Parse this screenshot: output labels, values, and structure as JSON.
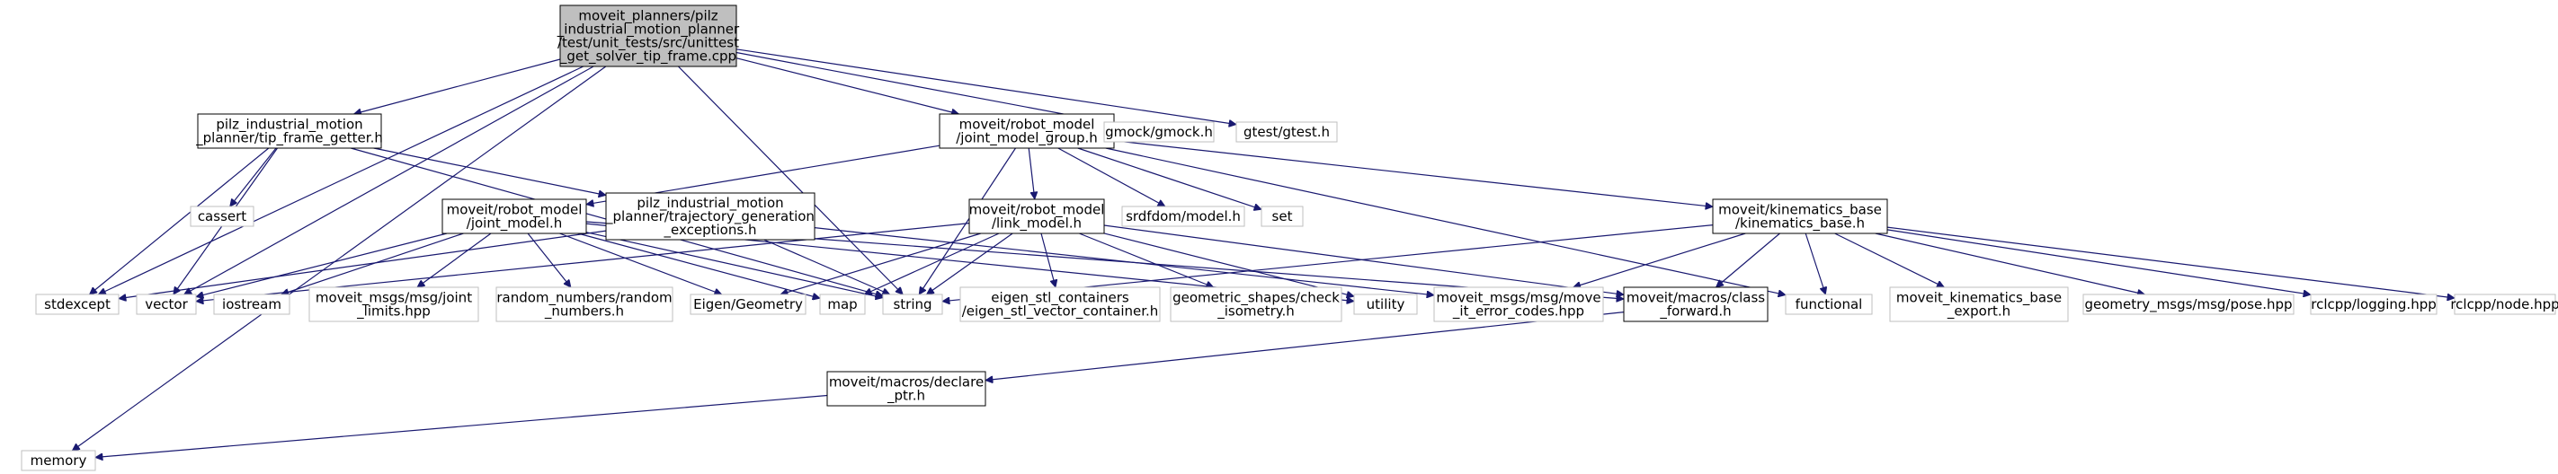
{
  "diagram": {
    "kind": "include-dependency-graph",
    "colors": {
      "root_fill": "#bfbfbf",
      "documented_border": "#000000",
      "external_border": "#bfbfbf",
      "edge": "#191970"
    },
    "nodes": [
      {
        "id": "root",
        "kind": "root",
        "lines": [
          "moveit_planners/pilz",
          "_industrial_motion_planner",
          "/test/unit_tests/src/unittest",
          "_get_solver_tip_frame.cpp"
        ]
      },
      {
        "id": "tip_frame_getter",
        "kind": "documented",
        "lines": [
          "pilz_industrial_motion",
          "_planner/tip_frame_getter.h"
        ]
      },
      {
        "id": "joint_model_group",
        "kind": "documented",
        "lines": [
          "moveit/robot_model",
          "/joint_model_group.h"
        ]
      },
      {
        "id": "gmock",
        "kind": "external",
        "lines": [
          "gmock/gmock.h"
        ]
      },
      {
        "id": "gtest",
        "kind": "external",
        "lines": [
          "gtest/gtest.h"
        ]
      },
      {
        "id": "cassert",
        "kind": "external",
        "lines": [
          "cassert"
        ]
      },
      {
        "id": "joint_model",
        "kind": "documented",
        "lines": [
          "moveit/robot_model",
          "/joint_model.h"
        ]
      },
      {
        "id": "traj_exceptions",
        "kind": "documented",
        "lines": [
          "pilz_industrial_motion",
          "_planner/trajectory_generation",
          "_exceptions.h"
        ]
      },
      {
        "id": "link_model",
        "kind": "documented",
        "lines": [
          "moveit/robot_model",
          "/link_model.h"
        ]
      },
      {
        "id": "srdfdom",
        "kind": "external",
        "lines": [
          "srdfdom/model.h"
        ]
      },
      {
        "id": "set",
        "kind": "external",
        "lines": [
          "set"
        ]
      },
      {
        "id": "kinematics_base",
        "kind": "documented",
        "lines": [
          "moveit/kinematics_base",
          "/kinematics_base.h"
        ]
      },
      {
        "id": "stdexcept",
        "kind": "external",
        "lines": [
          "stdexcept"
        ]
      },
      {
        "id": "vector",
        "kind": "external",
        "lines": [
          "vector"
        ]
      },
      {
        "id": "iostream",
        "kind": "external",
        "lines": [
          "iostream"
        ]
      },
      {
        "id": "joint_limits",
        "kind": "external",
        "lines": [
          "moveit_msgs/msg/joint",
          "_limits.hpp"
        ]
      },
      {
        "id": "random_numbers",
        "kind": "external",
        "lines": [
          "random_numbers/random",
          "_numbers.h"
        ]
      },
      {
        "id": "eigen_geometry",
        "kind": "external",
        "lines": [
          "Eigen/Geometry"
        ]
      },
      {
        "id": "map",
        "kind": "external",
        "lines": [
          "map"
        ]
      },
      {
        "id": "string",
        "kind": "external",
        "lines": [
          "string"
        ]
      },
      {
        "id": "eigen_stl",
        "kind": "external",
        "lines": [
          "eigen_stl_containers",
          "/eigen_stl_vector_container.h"
        ]
      },
      {
        "id": "geometric_shapes",
        "kind": "external",
        "lines": [
          "geometric_shapes/check",
          "_isometry.h"
        ]
      },
      {
        "id": "utility",
        "kind": "external",
        "lines": [
          "utility"
        ]
      },
      {
        "id": "move_it_error_codes",
        "kind": "external",
        "lines": [
          "moveit_msgs/msg/move",
          "_it_error_codes.hpp"
        ]
      },
      {
        "id": "class_forward",
        "kind": "documented",
        "lines": [
          "moveit/macros/class",
          "_forward.h"
        ]
      },
      {
        "id": "functional",
        "kind": "external",
        "lines": [
          "functional"
        ]
      },
      {
        "id": "kinematics_base_export",
        "kind": "external",
        "lines": [
          "moveit_kinematics_base",
          "_export.h"
        ]
      },
      {
        "id": "pose",
        "kind": "external",
        "lines": [
          "geometry_msgs/msg/pose.hpp"
        ]
      },
      {
        "id": "rclcpp_logging",
        "kind": "external",
        "lines": [
          "rclcpp/logging.hpp"
        ]
      },
      {
        "id": "rclcpp_node",
        "kind": "external",
        "lines": [
          "rclcpp/node.hpp"
        ]
      },
      {
        "id": "declare_ptr",
        "kind": "documented",
        "lines": [
          "moveit/macros/declare",
          "_ptr.h"
        ]
      },
      {
        "id": "memory",
        "kind": "external",
        "lines": [
          "memory"
        ]
      }
    ],
    "edges": [
      [
        "root",
        "tip_frame_getter"
      ],
      [
        "root",
        "joint_model_group"
      ],
      [
        "root",
        "gmock"
      ],
      [
        "root",
        "gtest"
      ],
      [
        "root",
        "stdexcept"
      ],
      [
        "root",
        "vector"
      ],
      [
        "root",
        "string"
      ],
      [
        "root",
        "memory"
      ],
      [
        "tip_frame_getter",
        "cassert"
      ],
      [
        "tip_frame_getter",
        "traj_exceptions"
      ],
      [
        "tip_frame_getter",
        "stdexcept"
      ],
      [
        "tip_frame_getter",
        "vector"
      ],
      [
        "tip_frame_getter",
        "string"
      ],
      [
        "joint_model_group",
        "joint_model"
      ],
      [
        "joint_model_group",
        "link_model"
      ],
      [
        "joint_model_group",
        "srdfdom"
      ],
      [
        "joint_model_group",
        "set"
      ],
      [
        "joint_model_group",
        "kinematics_base"
      ],
      [
        "joint_model_group",
        "functional"
      ],
      [
        "joint_model_group",
        "string"
      ],
      [
        "joint_model",
        "vector"
      ],
      [
        "joint_model",
        "iostream"
      ],
      [
        "joint_model",
        "joint_limits"
      ],
      [
        "joint_model",
        "random_numbers"
      ],
      [
        "joint_model",
        "eigen_geometry"
      ],
      [
        "joint_model",
        "map"
      ],
      [
        "joint_model",
        "string"
      ],
      [
        "joint_model",
        "utility"
      ],
      [
        "joint_model",
        "class_forward"
      ],
      [
        "traj_exceptions",
        "stdexcept"
      ],
      [
        "traj_exceptions",
        "string"
      ],
      [
        "traj_exceptions",
        "move_it_error_codes"
      ],
      [
        "link_model",
        "vector"
      ],
      [
        "link_model",
        "eigen_geometry"
      ],
      [
        "link_model",
        "map"
      ],
      [
        "link_model",
        "string"
      ],
      [
        "link_model",
        "eigen_stl"
      ],
      [
        "link_model",
        "geometric_shapes"
      ],
      [
        "link_model",
        "utility"
      ],
      [
        "link_model",
        "class_forward"
      ],
      [
        "kinematics_base",
        "string"
      ],
      [
        "kinematics_base",
        "move_it_error_codes"
      ],
      [
        "kinematics_base",
        "class_forward"
      ],
      [
        "kinematics_base",
        "functional"
      ],
      [
        "kinematics_base",
        "kinematics_base_export"
      ],
      [
        "kinematics_base",
        "pose"
      ],
      [
        "kinematics_base",
        "rclcpp_logging"
      ],
      [
        "kinematics_base",
        "rclcpp_node"
      ],
      [
        "class_forward",
        "declare_ptr"
      ],
      [
        "declare_ptr",
        "memory"
      ]
    ]
  }
}
